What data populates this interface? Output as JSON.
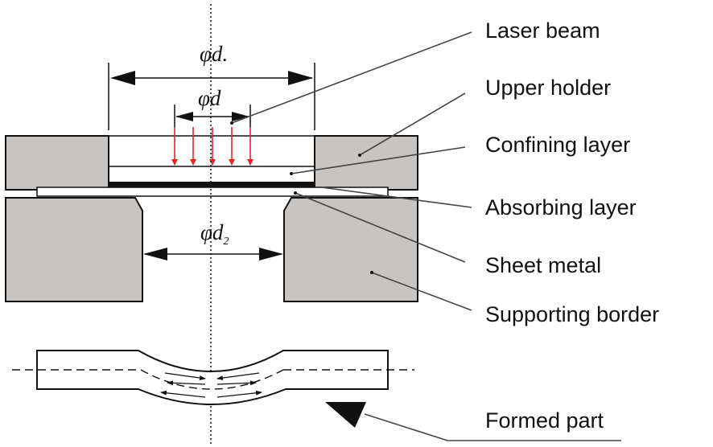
{
  "labels": {
    "laser_beam": "Laser beam",
    "upper_holder": "Upper holder",
    "confining_layer": "Confining layer",
    "absorbing_layer": "Absorbing layer",
    "sheet_metal": "Sheet metal",
    "supporting_border": "Supporting border",
    "formed_part": "Formed part"
  },
  "dimensions": {
    "d1_symbol": "φd",
    "d1_suffix": ".",
    "d_symbol": "φd",
    "d2_symbol": "φd",
    "d2_subscript": "2"
  },
  "colors": {
    "laser": "#e8222a",
    "holder_fill": "#c8c4c2",
    "line": "#111111"
  }
}
